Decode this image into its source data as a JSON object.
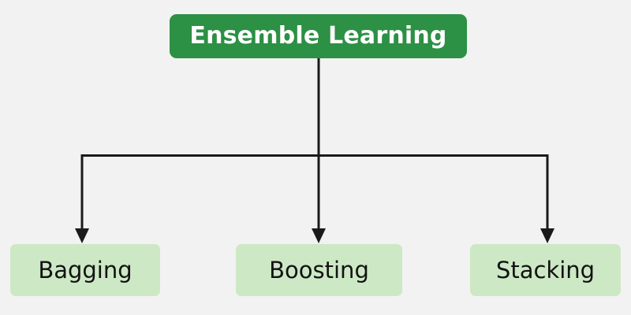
{
  "diagram": {
    "type": "tree",
    "orientation": "top-down",
    "background_color": "#f2f2f2",
    "root": {
      "id": "ensemble-learning",
      "label": "Ensemble Learning",
      "fill_color": "#2c9045",
      "text_color": "#ffffff"
    },
    "children": [
      {
        "id": "bagging",
        "label": "Bagging",
        "fill_color": "#cde8c5",
        "text_color": "#121212"
      },
      {
        "id": "boosting",
        "label": "Boosting",
        "fill_color": "#cde8c5",
        "text_color": "#121212"
      },
      {
        "id": "stacking",
        "label": "Stacking",
        "fill_color": "#cde8c5",
        "text_color": "#121212"
      }
    ],
    "edges": [
      {
        "from": "ensemble-learning",
        "to": "bagging",
        "arrow": "down"
      },
      {
        "from": "ensemble-learning",
        "to": "boosting",
        "arrow": "down"
      },
      {
        "from": "ensemble-learning",
        "to": "stacking",
        "arrow": "down"
      }
    ],
    "edge_color": "#1a1a1a"
  }
}
